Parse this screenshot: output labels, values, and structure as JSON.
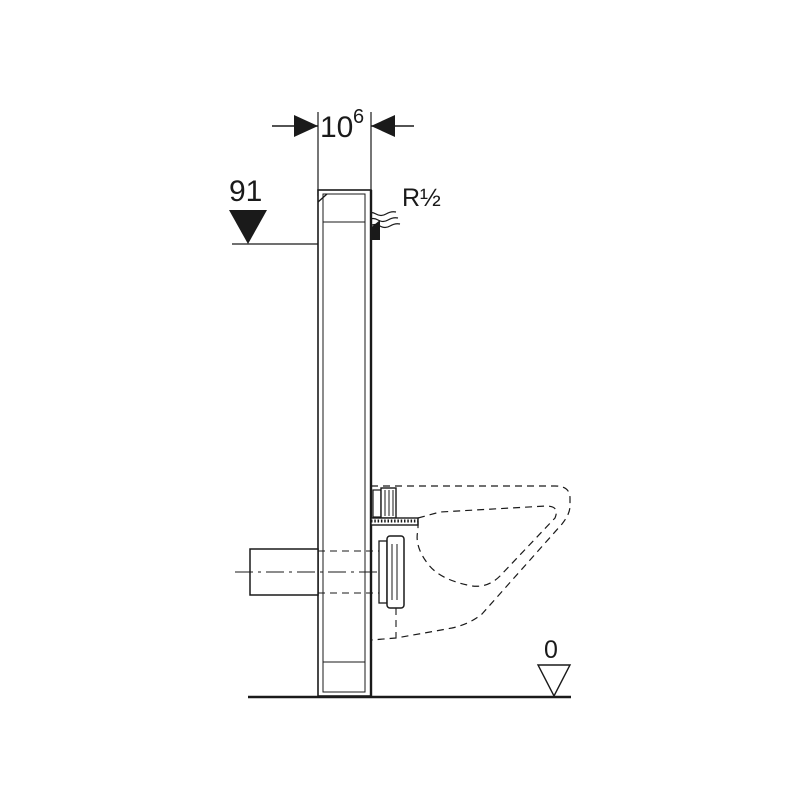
{
  "drawing": {
    "width_dimension": {
      "main": "10",
      "superscript": "6"
    },
    "top_level_mark": "91",
    "pipe_connection": "R½",
    "floor_level_mark": "0"
  }
}
